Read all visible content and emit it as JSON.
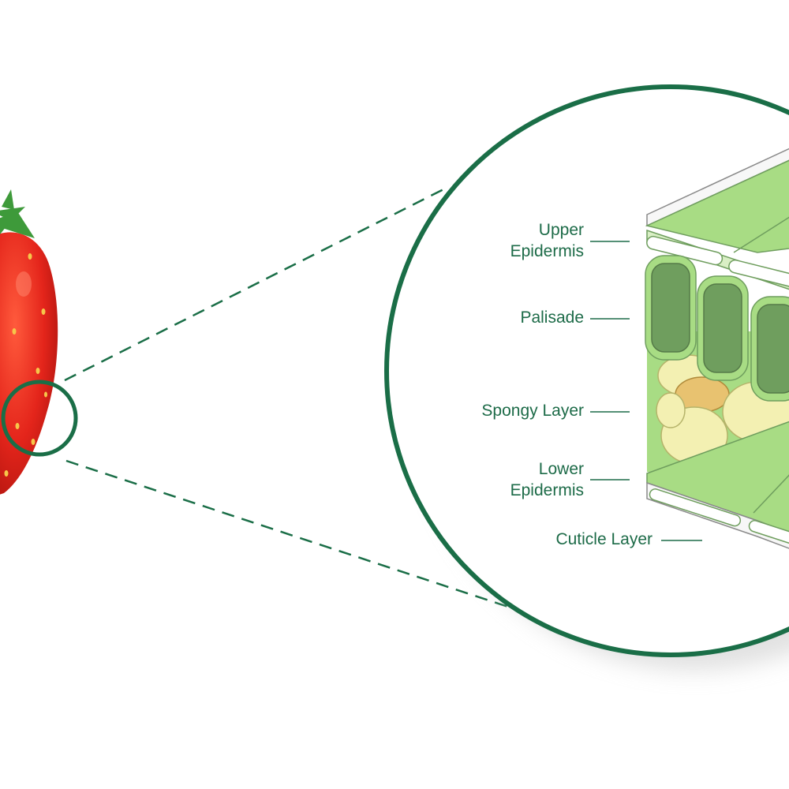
{
  "colors": {
    "brand_green": "#1a6e47",
    "label_green": "#1d6b48",
    "leaf_fill": "#a8dc84",
    "leaf_dark": "#6f9e5e",
    "spongy_cell": "#f3f0b2",
    "spongy_cell_alt": "#e8c270",
    "strawberry_red": "#e4251b"
  },
  "icons": {
    "strawberry": "strawberry-photo",
    "magnifier": "magnifier-circle"
  },
  "labels": {
    "upper_epidermis": {
      "line1": "Upper",
      "line2": "Epidermis"
    },
    "palisade": "Palisade",
    "spongy_layer": "Spongy Layer",
    "lower_epidermis": {
      "line1": "Lower",
      "line2": "Epidermis"
    },
    "cuticle_layer": "Cuticle Layer"
  }
}
